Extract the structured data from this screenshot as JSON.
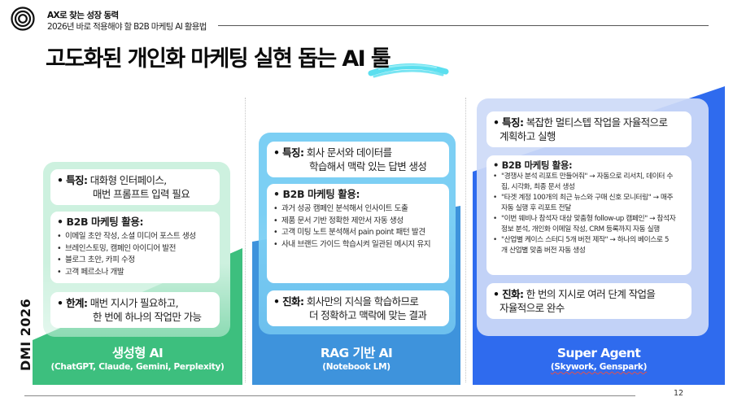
{
  "header": {
    "logo_icon": "concentric-circles-icon",
    "kicker": "AX로 찾는 성장 동력",
    "subtitle": "2026년 바로 적용해야 할 B2B 마케팅 AI 활용법"
  },
  "title": "고도화된 개인화 마케팅 실현 돕는 AI  툴",
  "side_label": "DMI 2026",
  "page_number": "12",
  "colors": {
    "green_bg": "#3dbf7e",
    "green_light": "#cdf1df",
    "blue_bg": "#3e93dc",
    "blue_light": "#7ccff4",
    "royal_bg": "#2f6bee",
    "royal_light": "#c3d4f5",
    "highlight_brush": "#3ed9ec"
  },
  "columns": [
    {
      "id": "generative",
      "feature_label": "특징:",
      "feature_line1": "대화형 인터페이스,",
      "feature_line2": "매번 프롬프트 입력 필요",
      "usage_title": "B2B 마케팅 활용:",
      "usage_items": [
        "이메일 초안 작성, 소셜 미디어 포스트 생성",
        "브레인스토밍, 캠페인 아이디어 발전",
        "블로그 초안, 카피 수정",
        "고객 페르소나 개발"
      ],
      "extra_label": "한계:",
      "extra_line1": "매번 지시가 필요하고,",
      "extra_line2": "한 번에 하나의 작업만 가능",
      "name": "생성형 AI",
      "examples": "(ChatGPT, Claude, Gemini,  Perplexity)"
    },
    {
      "id": "rag",
      "feature_label": "특징:",
      "feature_line1": "회사 문서와 데이터를",
      "feature_line2": "학습해서 맥락 있는 답변 생성",
      "usage_title": "B2B 마케팅 활용:",
      "usage_items": [
        "과거 성공 캠페인 분석해서 인사이트 도출",
        "제품 문서 기반 정확한 제안서 자동 생성",
        "고객 미팅 노트 분석해서 pain point 패턴 발견",
        "사내 브랜드 가이드 학습시켜 일관된 메시지 유지"
      ],
      "extra_label": "진화:",
      "extra_line1": "회사만의 지식을 학습하므로",
      "extra_line2": "더 정확하고 맥락에 맞는 결과",
      "name": "RAG 기반 AI",
      "examples": "(Notebook LM)"
    },
    {
      "id": "super-agent",
      "feature_label": "특징:",
      "feature_line1": "복잡한 멀티스텝 작업을 자율적으로",
      "feature_line2": "계획하고 실행",
      "usage_title": "B2B 마케팅 활용:",
      "usage_items": [
        "\"경쟁사 분석 리포트 만들어줘\" → 자동으로 리서치, 데이터 수집, 시각화, 최종 문서 생성",
        "\"타겟 계정 100개의 최근 뉴스와 구매 신호 모니터링\" → 매주 자동 실행 후 리포트 전달",
        "\"이번 웨비나 참석자 대상 맞춤형 follow-up 캠페인\" → 참석자 정보 분석, 개인화 이메일 작성, CRM 등록까지 자동 실행",
        "\"산업별 케이스 스터디 5개 버전 제작\" → 하나의 베이스로 5개 산업별 맞춤 버전 자동 생성"
      ],
      "extra_label": "진화:",
      "extra_line1": "한 번의 지시로 여러 단계 작업을",
      "extra_line2": "자율적으로 완수",
      "name": "Super Agent",
      "examples": "(Skywork, Genspark)"
    }
  ]
}
